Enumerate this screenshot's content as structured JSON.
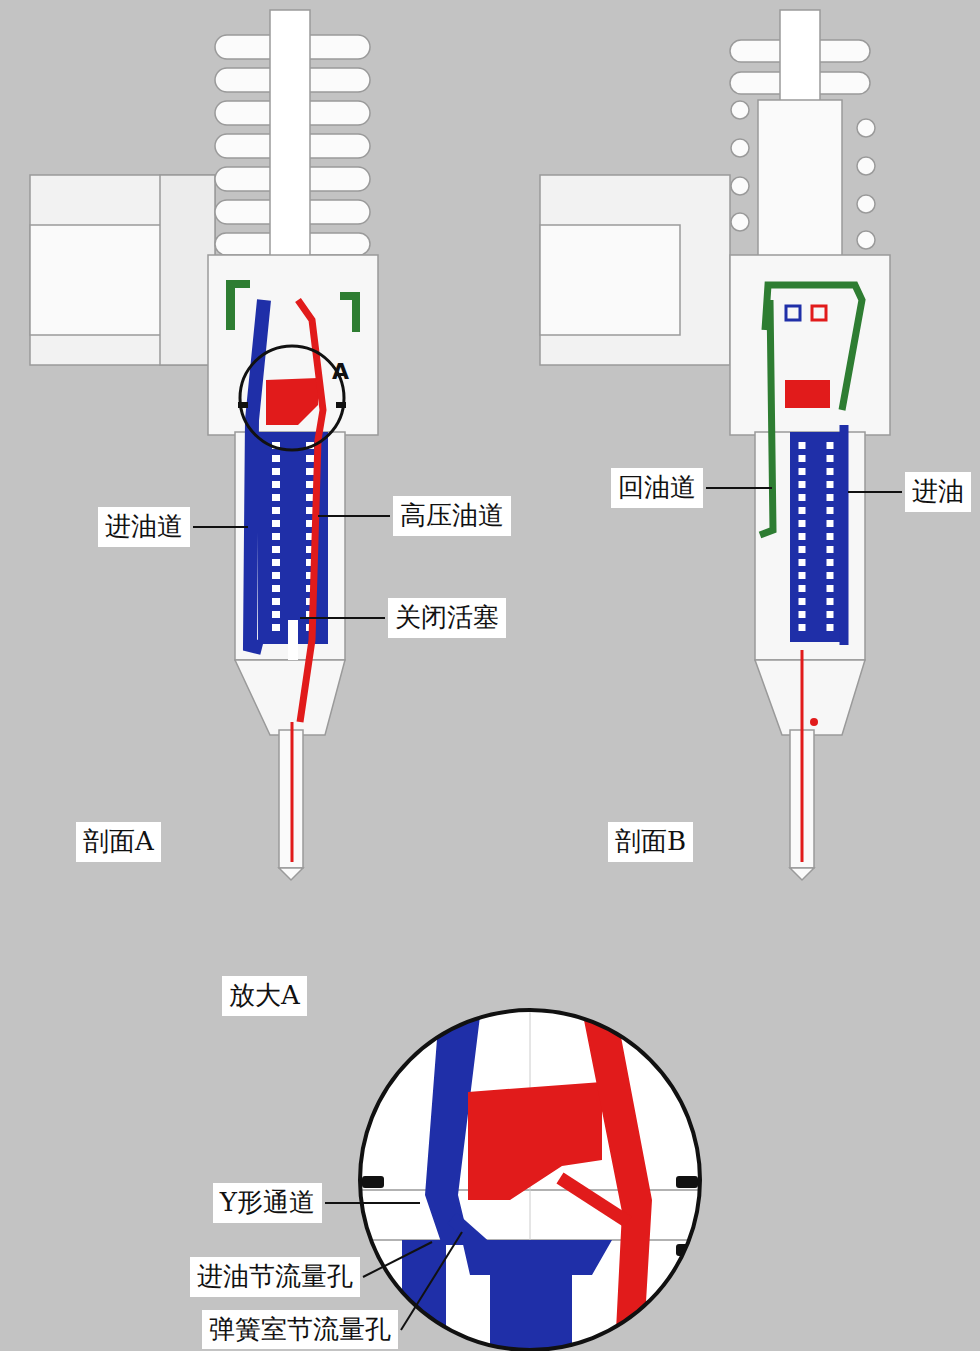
{
  "diagram": {
    "labels": [
      "A",
      "回油道",
      "进油",
      "高压油道",
      "进油道",
      "关闭活塞",
      "剖面A",
      "剖面B",
      "放大A",
      "Y形通道",
      "进油节流量孔",
      "弹簧室节流量孔"
    ]
  }
}
